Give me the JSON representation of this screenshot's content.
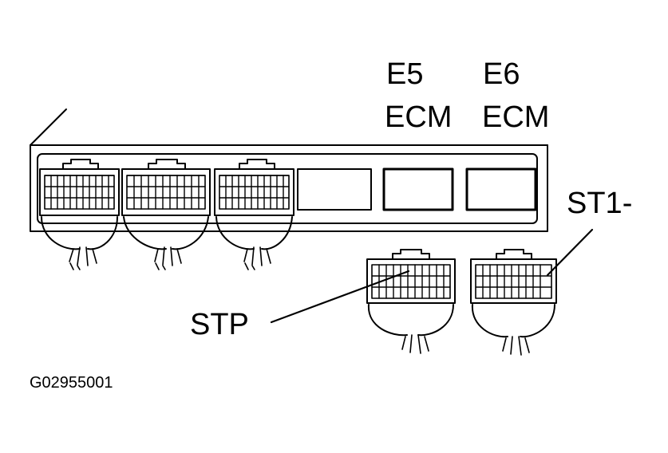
{
  "labels": {
    "e5": "E5",
    "e6": "E6",
    "ecm_e5": "ECM",
    "ecm_e6": "ECM",
    "st1": "ST1-",
    "stp": "STP",
    "figure_code": "G02955001"
  },
  "colors": {
    "line": "#000000",
    "background": "#ffffff"
  }
}
